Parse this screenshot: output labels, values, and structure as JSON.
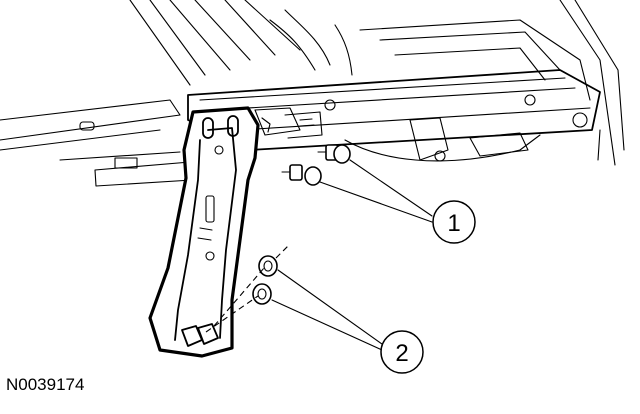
{
  "figure": {
    "reference_code": "N0039174",
    "callouts": [
      {
        "number": "1"
      },
      {
        "number": "2"
      }
    ]
  }
}
